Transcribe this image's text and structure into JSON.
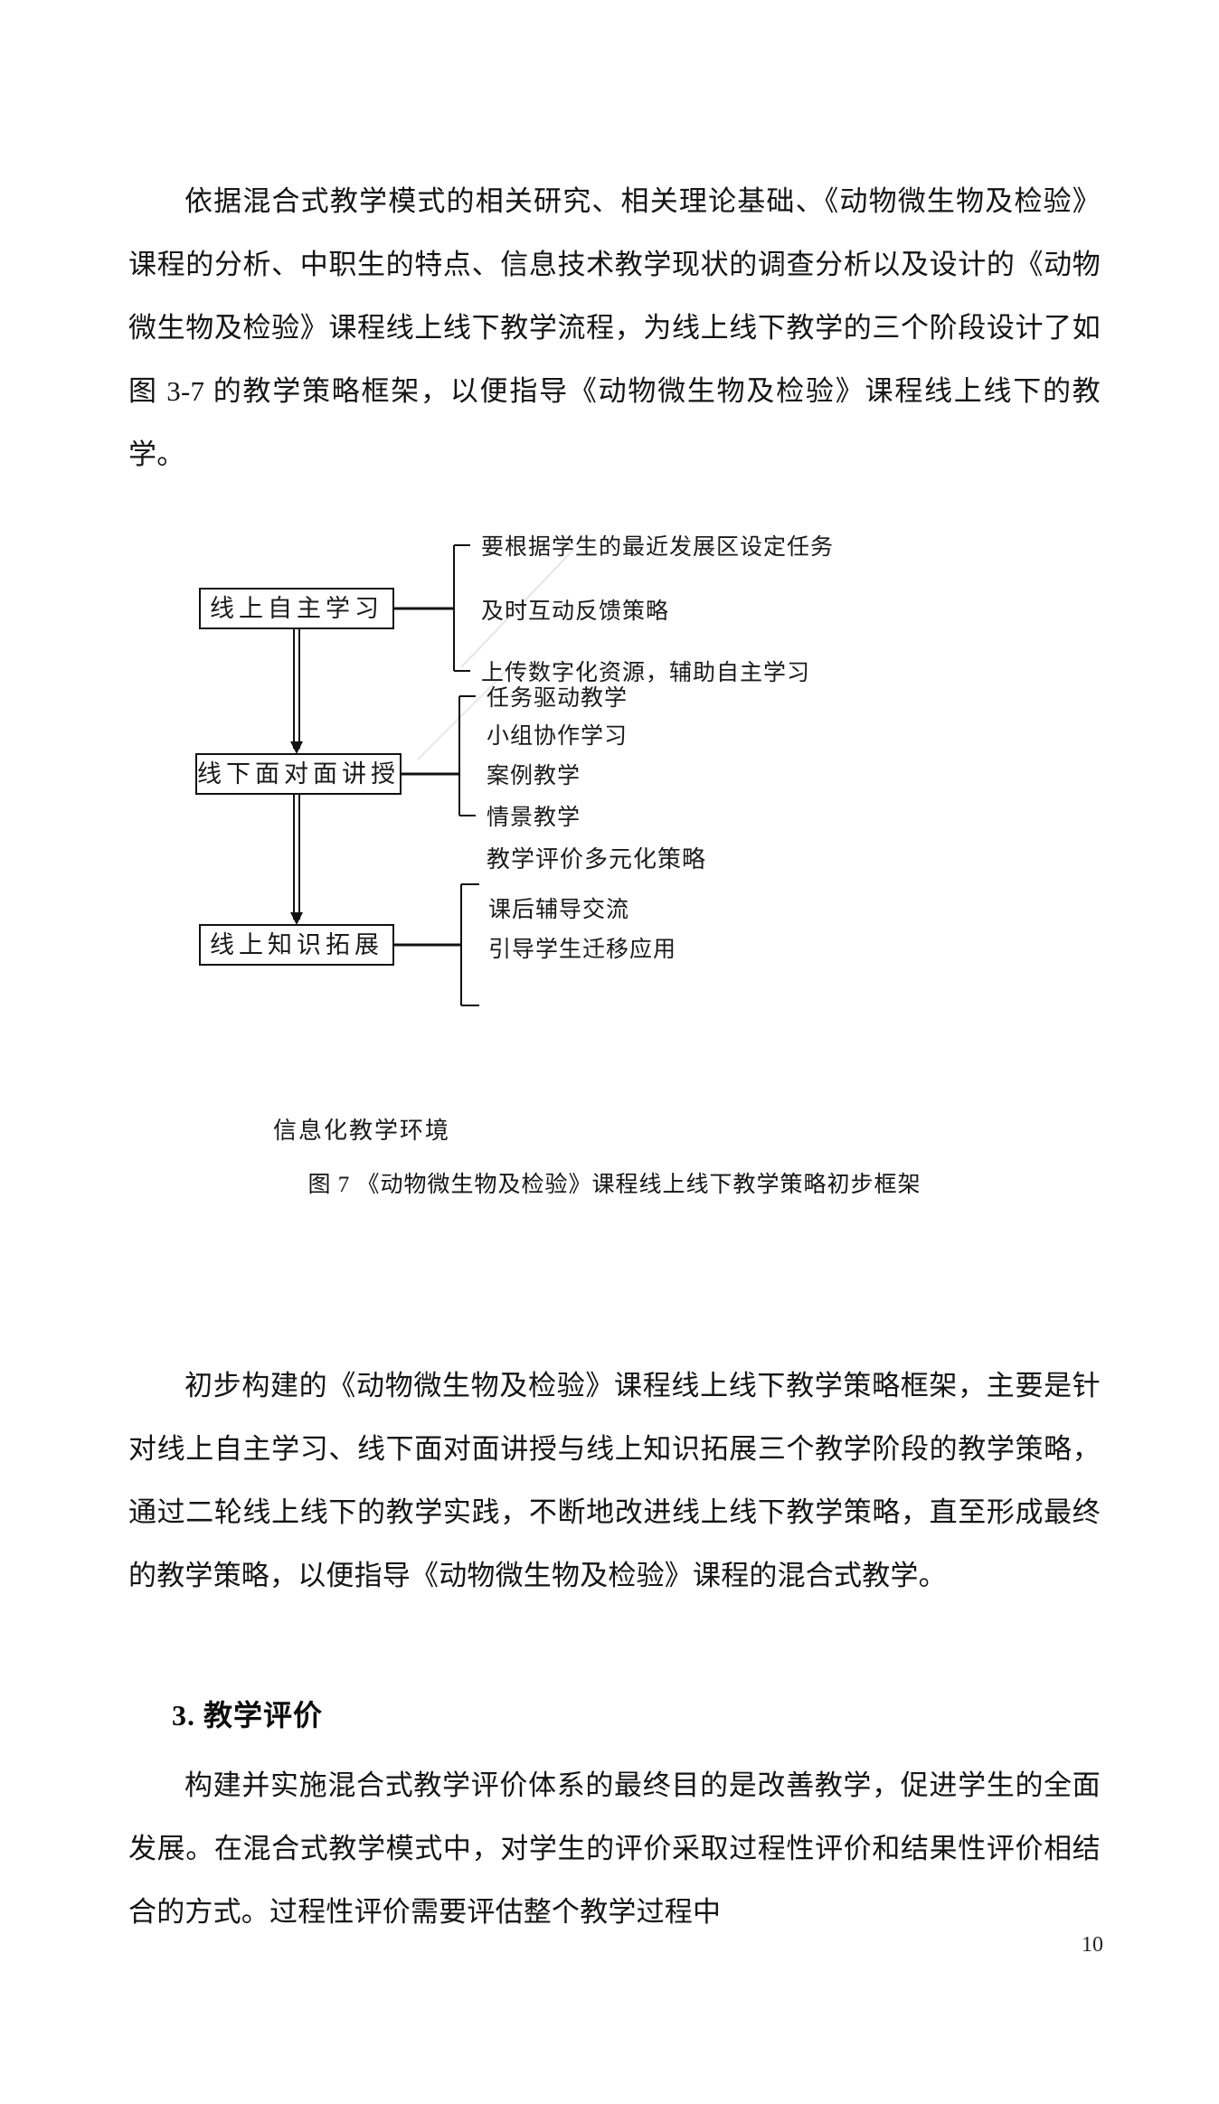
{
  "document": {
    "page_number": "10",
    "paragraph_1": "依据混合式教学模式的相关研究、相关理论基础、《动物微生物及检验》课程的分析、中职生的特点、信息技术教学现状的调查分析以及设计的《动物微生物及检验》课程线上线下教学流程，为线上线下教学的三个阶段设计了如图 3-7 的教学策略框架，以便指导《动物微生物及检验》课程线上线下的教学。",
    "paragraph_2": "初步构建的《动物微生物及检验》课程线上线下教学策略框架，主要是针对线上自主学习、线下面对面讲授与线上知识拓展三个教学阶段的教学策略，通过二轮线上线下的教学实践，不断地改进线上线下教学策略，直至形成最终的教学策略，以便指导《动物微生物及检验》课程的混合式教学。",
    "heading_3": "3. 教学评价",
    "paragraph_3": "构建并实施混合式教学评价体系的最终目的是改善教学，促进学生的全面发展。在混合式教学模式中，对学生的评价采取过程性评价和结果性评价相结合的方式。过程性评价需要评估整个教学过程中"
  },
  "figure": {
    "caption": "图 7  《动物微生物及检验》课程线上线下教学策略初步框架",
    "environment_label": "信息化教学环境",
    "standalone_strategy": "教学评价多元化策略",
    "nodes": [
      {
        "id": "online-self-study",
        "label": "线上自主学习"
      },
      {
        "id": "offline-face-to-face",
        "label": "线下面对面讲授"
      },
      {
        "id": "online-knowledge-extension",
        "label": "线上知识拓展"
      }
    ],
    "branches": {
      "online_self_study": [
        "要根据学生的最近发展区设定任务",
        "及时互动反馈策略",
        "上传数字化资源，辅助自主学习"
      ],
      "offline_face_to_face": [
        "任务驱动教学",
        "小组协作学习",
        "案例教学",
        "情景教学"
      ],
      "online_knowledge_extension": [
        "课后辅导交流",
        "引导学生迁移应用"
      ]
    },
    "colors": {
      "line": "#111111",
      "text": "#1a1a1a",
      "background": "#ffffff"
    }
  }
}
